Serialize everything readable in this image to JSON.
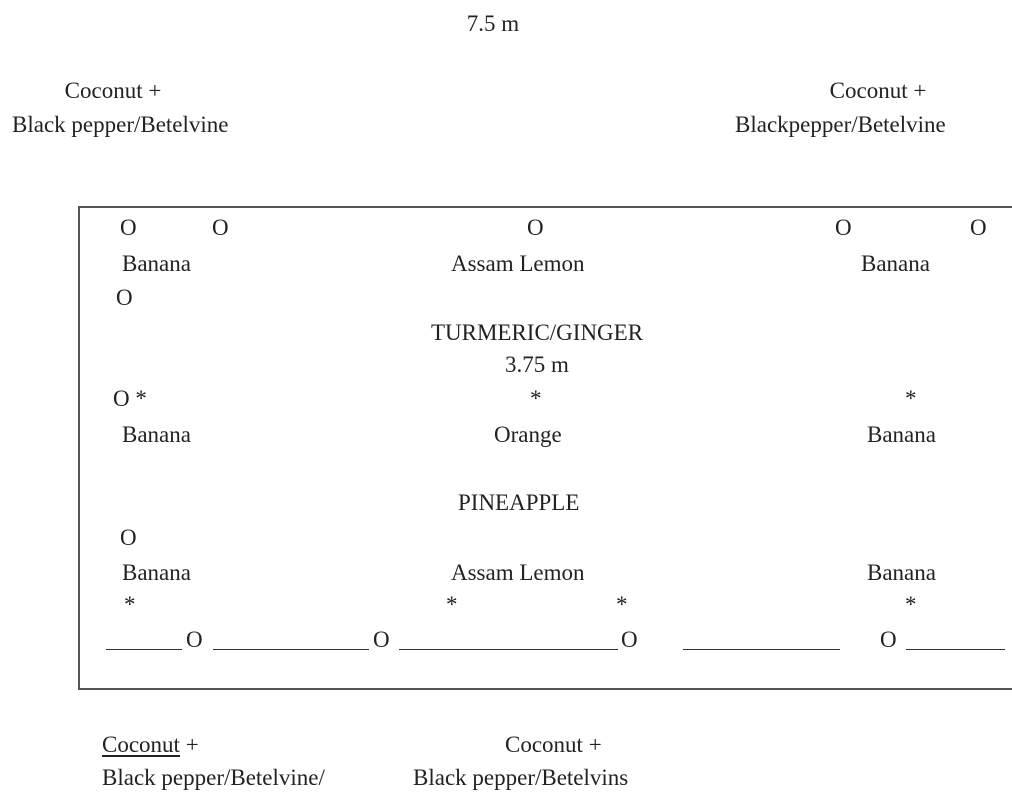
{
  "width_label": "7.5 m",
  "corners": {
    "top_left": {
      "line1": "Coconut +",
      "line2": "Black pepper/Betelvine"
    },
    "top_right": {
      "line1": "Coconut +",
      "line2": "Blackpepper/Betelvine"
    },
    "bottom_left": {
      "line1": "Coconut",
      "line1_suffix": " +",
      "line2": "Black pepper/Betelvine/"
    },
    "bottom_center": {
      "line1": "Coconut +",
      "line2": "Black pepper/Betelvins"
    }
  },
  "markers": {
    "circle": "O",
    "star": "*",
    "circle_star": "O *"
  },
  "plot": {
    "row1": {
      "left": "Banana",
      "center": "Assam Lemon",
      "right": "Banana"
    },
    "intercrop_1": "TURMERIC/GINGER",
    "inner_spacing": "3.75 m",
    "row2": {
      "left": "Banana",
      "center": "Orange",
      "right": "Banana"
    },
    "intercrop_2": "PINEAPPLE",
    "row3": {
      "left": "Banana",
      "center": "Assam Lemon",
      "right": "Banana"
    }
  }
}
